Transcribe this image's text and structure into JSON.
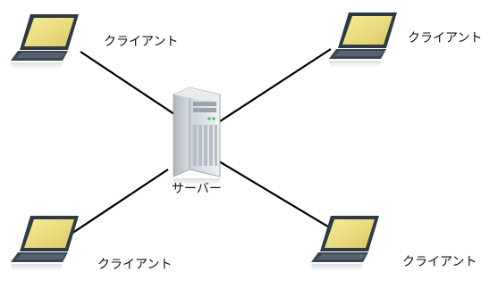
{
  "server": {
    "label": "サーバー",
    "icon": "server-tower-icon"
  },
  "clients": [
    {
      "label": "クライアント",
      "icon": "laptop-icon"
    },
    {
      "label": "クライアント",
      "icon": "laptop-icon"
    },
    {
      "label": "クライアント",
      "icon": "laptop-icon"
    },
    {
      "label": "クライアント",
      "icon": "laptop-icon"
    }
  ],
  "colors": {
    "connection_line": "#000000",
    "laptop_screen": "#eadb7a",
    "laptop_body": "#2f3a45",
    "server_body": "#d7dde3"
  }
}
